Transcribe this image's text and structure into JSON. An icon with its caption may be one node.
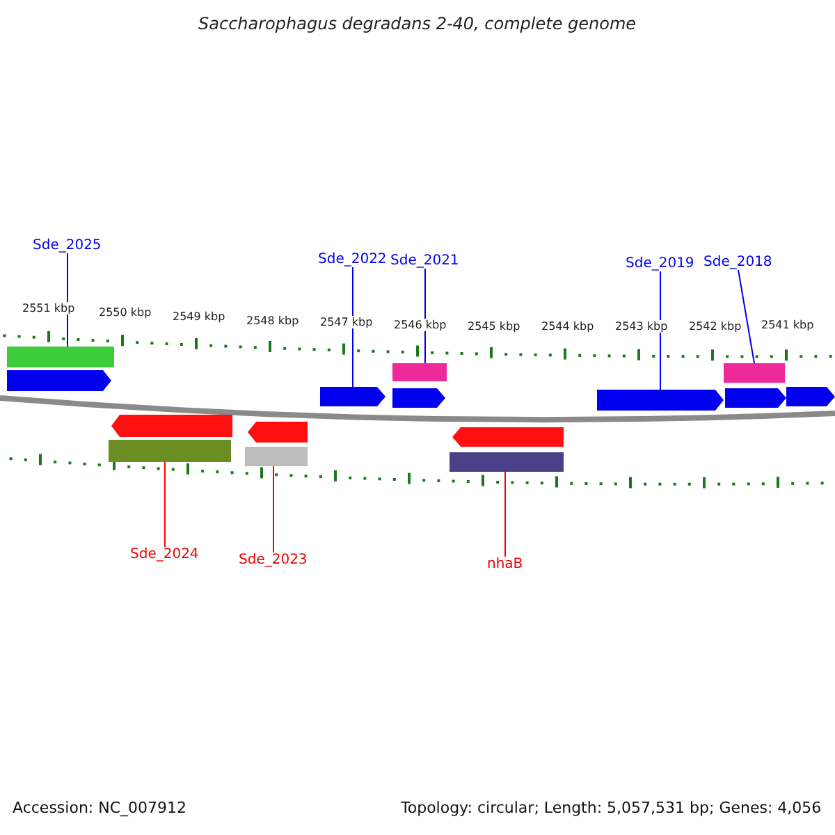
{
  "diagram": {
    "title": "Saccharophagus degradans 2-40, complete genome",
    "nodes": [
      {
        "text": [
          "Sde_2025"
        ]
      },
      {
        "text": [
          "Sde_2022"
        ]
      },
      {
        "text": [
          "Sde_2021"
        ]
      },
      {
        "text": [
          "Sde_2019"
        ]
      },
      {
        "text": [
          "Sde_2018"
        ]
      },
      {
        "text": [],
        "shape": "bar"
      },
      {
        "text": [],
        "shape": "arrow"
      },
      {
        "text": [],
        "shape": "bar"
      },
      {
        "text": [],
        "shape": "arrow"
      },
      {
        "text": [],
        "shape": "arrow"
      },
      {
        "text": [],
        "shape": "bar"
      },
      {
        "text": [],
        "shape": "arrow"
      },
      {
        "text": [],
        "shape": "arrow"
      },
      {
        "text": [],
        "shape": "arrow"
      },
      {
        "text": [],
        "shape": "arrow"
      },
      {
        "text": [],
        "shape": "bar"
      },
      {
        "text": [],
        "shape": "arrow"
      },
      {
        "text": [],
        "shape": "bar"
      },
      {
        "text": [],
        "shape": "arrow"
      },
      {
        "text": [],
        "shape": "bar"
      },
      {
        "text": [
          "Sde_2024"
        ]
      },
      {
        "text": [
          "Sde_2023"
        ]
      },
      {
        "text": [
          "nhaB"
        ]
      }
    ],
    "edges": [
      {
        "from": 0,
        "to": 5,
        "arrow": "none"
      },
      {
        "from": 1,
        "to": 8,
        "arrow": "none"
      },
      {
        "from": 2,
        "to": 7,
        "arrow": "none"
      },
      {
        "from": 3,
        "to": 11,
        "arrow": "none"
      },
      {
        "from": 4,
        "to": 10,
        "arrow": "none"
      },
      {
        "from": 20,
        "to": 15,
        "arrow": "none",
        "color": "#ff0000"
      },
      {
        "from": 21,
        "to": 17,
        "arrow": "none",
        "color": "#ff0000"
      },
      {
        "from": 22,
        "to": 19,
        "arrow": "none",
        "color": "#ff0000"
      }
    ],
    "labels": [
      "2551 kbp",
      "2550 kbp",
      "2549 kbp",
      "2548 kbp",
      "2547 kbp",
      "2546 kbp",
      "2545 kbp",
      "2544 kbp",
      "2543 kbp",
      "2542 kbp",
      "2541 kbp",
      "Accession: NC_007912",
      "Topology: circular; Length: 5,057,531 bp; Genes: 4,056"
    ]
  }
}
